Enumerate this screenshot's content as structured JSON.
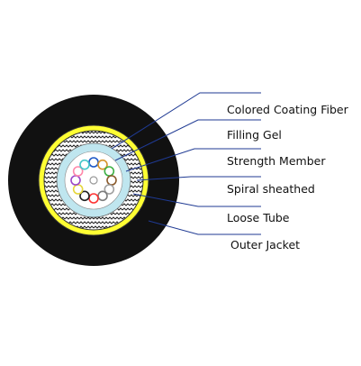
{
  "diagram": {
    "labels": [
      {
        "id": "colored-coating-fiber",
        "text": "Colored Coating Fiber"
      },
      {
        "id": "filling-gel",
        "text": "Filling Gel"
      },
      {
        "id": "strength-member",
        "text": "Strength Member"
      },
      {
        "id": "spiral-sheathed",
        "text": "Spiral sheathed"
      },
      {
        "id": "loose-tube",
        "text": "Loose Tube"
      },
      {
        "id": "outer-jacket",
        "text": "Outer Jacket"
      }
    ]
  },
  "colors": {
    "outer_jacket": "#111111",
    "yellow_layer": "#ffff33",
    "spiral_background": "#ffffff",
    "spiral_pattern": "#222222",
    "loose_tube_fill": "#bfe6ef",
    "filling_gel_fill": "#ffffff",
    "leader_line": "#1f3a93",
    "fiber_colors": [
      "#1a56c7",
      "#d6932a",
      "#3cb043",
      "#8a5a2b",
      "#a0a0a0",
      "#7c7c7c",
      "#ff3333",
      "#222222",
      "#e6d63a",
      "#9b47c9",
      "#ff88aa",
      "#44c7c9"
    ]
  }
}
